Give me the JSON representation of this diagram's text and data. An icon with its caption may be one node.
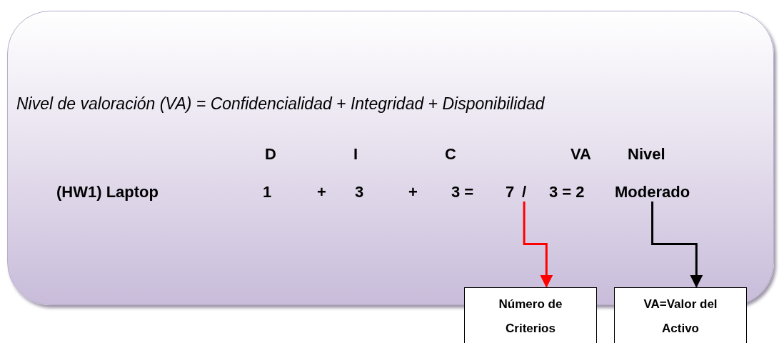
{
  "diagram": {
    "nodes": [
      {
        "text": [
          "Nivel de valoración (VA) = Confidencialidad + Integridad + Disponibilidad"
        ]
      },
      {
        "text": [
          "/"
        ],
        "in": 0
      },
      {
        "text": [
          "Moderado"
        ],
        "in": 0
      },
      {
        "text": [
          "Número de Criterios"
        ]
      },
      {
        "text": [
          "VA=Valor del Activo"
        ]
      }
    ],
    "edges": [
      {
        "from": 1,
        "to": 3,
        "arrow": "to",
        "color": "#ff0000"
      },
      {
        "from": 2,
        "to": 4,
        "arrow": "to",
        "color": "#000000"
      }
    ],
    "labels": [
      "D",
      "I",
      "C",
      "VA",
      "Nivel",
      "(HW1) Laptop",
      "1",
      "+",
      "3",
      "+",
      "3 =",
      "7",
      "3 = 2"
    ]
  }
}
